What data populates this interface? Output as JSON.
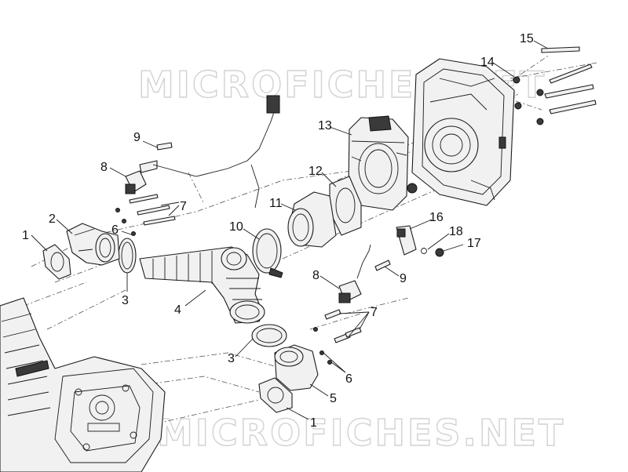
{
  "watermark": {
    "text_top": "MICROFICHES.NET",
    "text_bottom": "MICROFICHES.NET"
  },
  "callouts": [
    {
      "id": "c1a",
      "label": "1"
    },
    {
      "id": "c2",
      "label": "2"
    },
    {
      "id": "c3a",
      "label": "3"
    },
    {
      "id": "c4",
      "label": "4"
    },
    {
      "id": "c6a",
      "label": "6"
    },
    {
      "id": "c7a",
      "label": "7"
    },
    {
      "id": "c8a",
      "label": "8"
    },
    {
      "id": "c9a",
      "label": "9"
    },
    {
      "id": "c10",
      "label": "10"
    },
    {
      "id": "c11",
      "label": "11"
    },
    {
      "id": "c12",
      "label": "12"
    },
    {
      "id": "c13",
      "label": "13"
    },
    {
      "id": "c14",
      "label": "14"
    },
    {
      "id": "c15",
      "label": "15"
    },
    {
      "id": "c16",
      "label": "16"
    },
    {
      "id": "c17",
      "label": "17"
    },
    {
      "id": "c18",
      "label": "18"
    },
    {
      "id": "c8b",
      "label": "8"
    },
    {
      "id": "c9b",
      "label": "9"
    },
    {
      "id": "c7b",
      "label": "7"
    },
    {
      "id": "c3b",
      "label": "3"
    },
    {
      "id": "c6b",
      "label": "6"
    },
    {
      "id": "c5",
      "label": "5"
    },
    {
      "id": "c1b",
      "label": "1"
    }
  ]
}
